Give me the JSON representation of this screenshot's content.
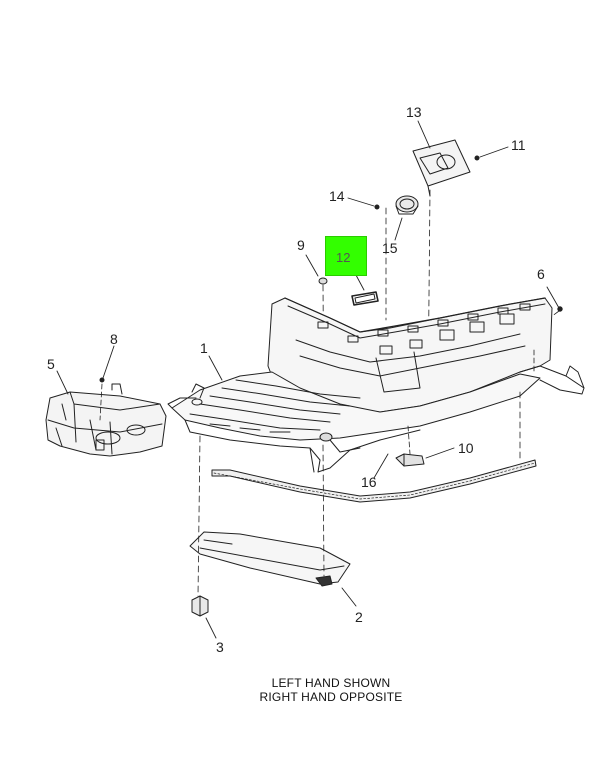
{
  "callouts": {
    "c1": "1",
    "c2": "2",
    "c3": "3",
    "c5": "5",
    "c6": "6",
    "c8": "8",
    "c9": "9",
    "c10": "10",
    "c11": "11",
    "c12": "12",
    "c13": "13",
    "c14": "14",
    "c15": "15",
    "c16": "16"
  },
  "highlighted_part": "12",
  "highlight_color": "#33ff00",
  "note": {
    "line1": "LEFT HAND SHOWN",
    "line2": "RIGHT HAND OPPOSITE"
  }
}
